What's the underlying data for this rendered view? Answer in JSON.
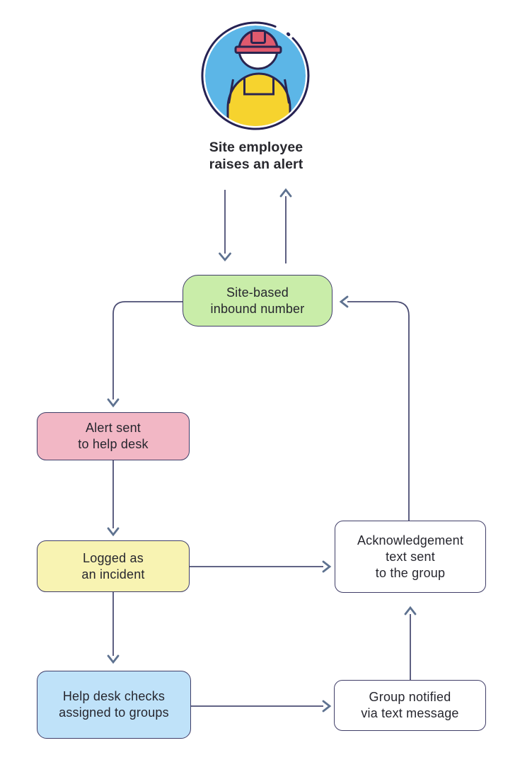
{
  "colors": {
    "background": "#ffffff",
    "ring": "#262253",
    "icon_outline": "#2a2550",
    "sky_blue": "#5cb6e7",
    "helmet_red": "#df5a6e",
    "vest_yellow": "#f6d32e",
    "face_white": "#ffffff",
    "node_border": "#403e68",
    "node_text": "#26262e",
    "actor_text": "#28282e",
    "line": "#4c4e74",
    "arrowhead": "#5e7290",
    "green": "#c9eda9",
    "pink": "#f2b7c5",
    "yellow": "#f8f3b2",
    "blue": "#bfe2f9",
    "white": "#ffffff"
  },
  "actor": {
    "icon": "construction-worker-icon",
    "label": "Site employee\nraises an alert"
  },
  "nodes": {
    "inbound": {
      "label": "Site-based\ninbound number",
      "fill": "#c9eda9"
    },
    "alert": {
      "label": "Alert sent\nto help desk",
      "fill": "#f2b7c5"
    },
    "incident": {
      "label": "Logged as\nan incident",
      "fill": "#f8f3b2"
    },
    "helpdesk": {
      "label": "Help desk checks\nassigned to groups",
      "fill": "#bfe2f9"
    },
    "acknowledgement": {
      "label": "Acknowledgement\ntext sent\nto the group",
      "fill": "#ffffff"
    },
    "notified": {
      "label": "Group notified\nvia text message",
      "fill": "#ffffff"
    }
  }
}
